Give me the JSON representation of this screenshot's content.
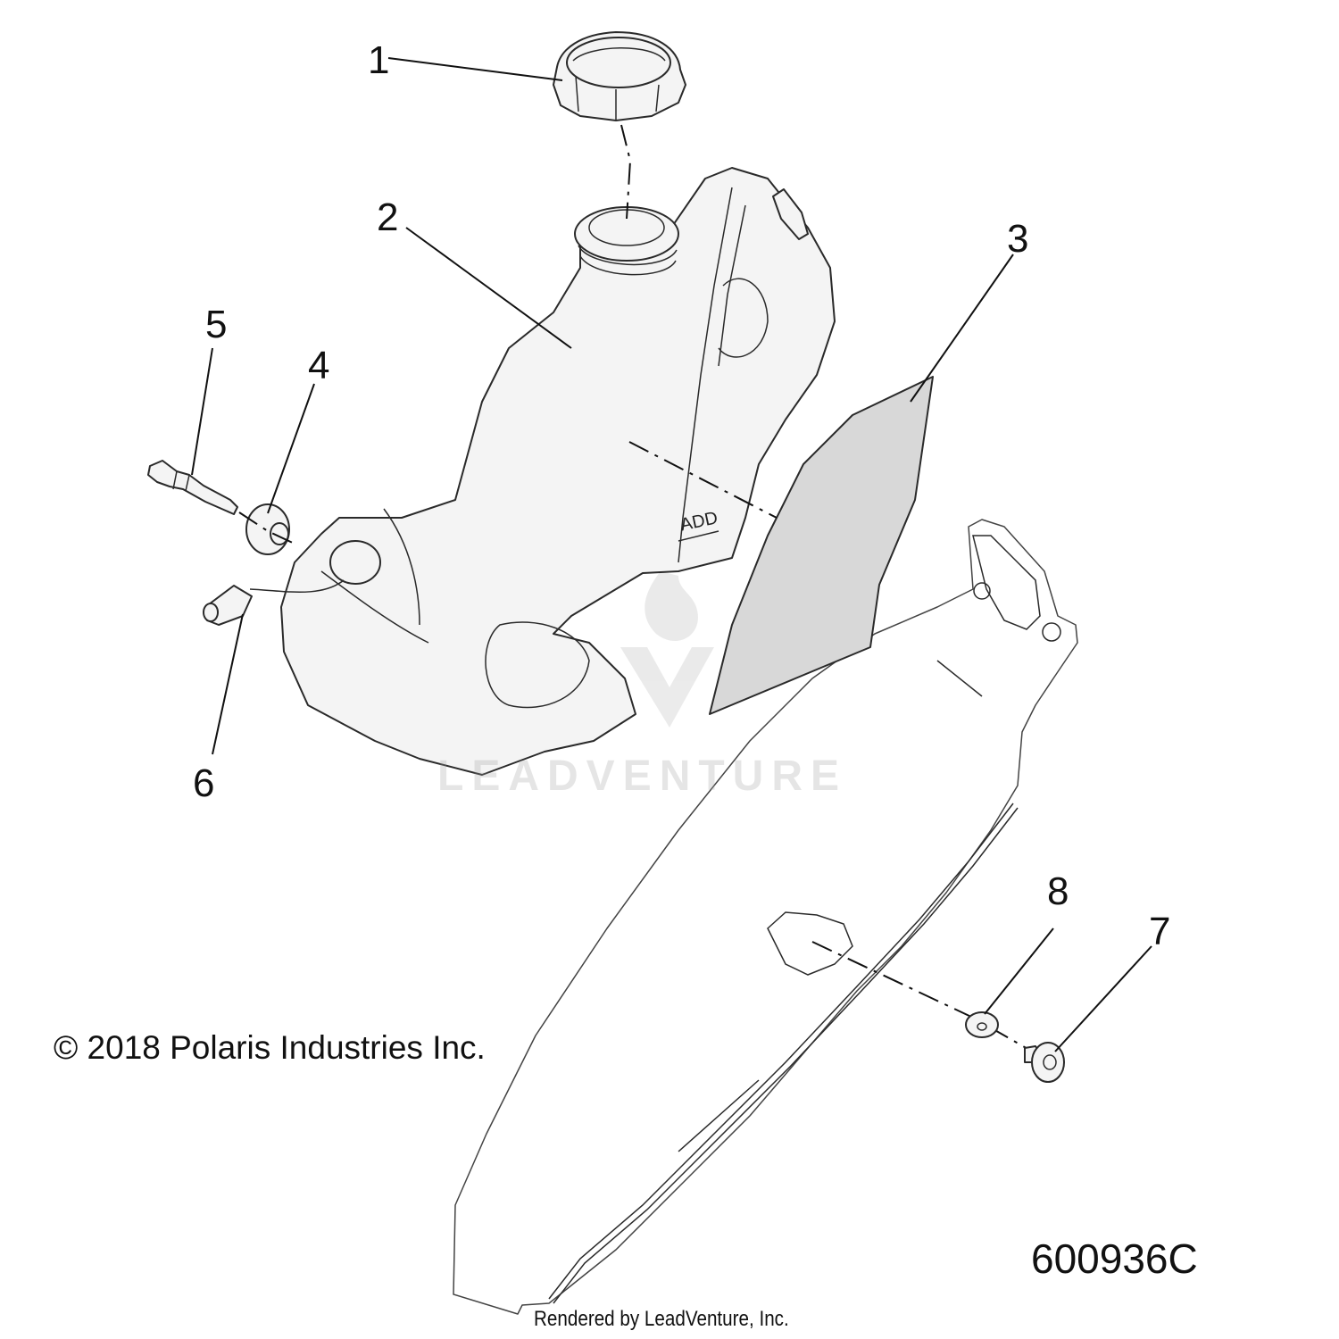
{
  "callouts": [
    {
      "id": "1",
      "text": "1"
    },
    {
      "id": "2",
      "text": "2"
    },
    {
      "id": "3",
      "text": "3"
    },
    {
      "id": "4",
      "text": "4"
    },
    {
      "id": "5",
      "text": "5"
    },
    {
      "id": "6",
      "text": "6"
    },
    {
      "id": "7",
      "text": "7"
    },
    {
      "id": "8",
      "text": "8"
    }
  ],
  "tank_label": "ADD",
  "copyright": "© 2018 Polaris Industries Inc.",
  "part_number": "600936C",
  "rendered_by": "Rendered by LeadVenture, Inc.",
  "watermark": "LEADVENTURE",
  "colors": {
    "line": "#111111",
    "part_fill": "#f4f4f4",
    "decal_fill": "#d8d8d8",
    "watermark": "#a0a0a0"
  }
}
